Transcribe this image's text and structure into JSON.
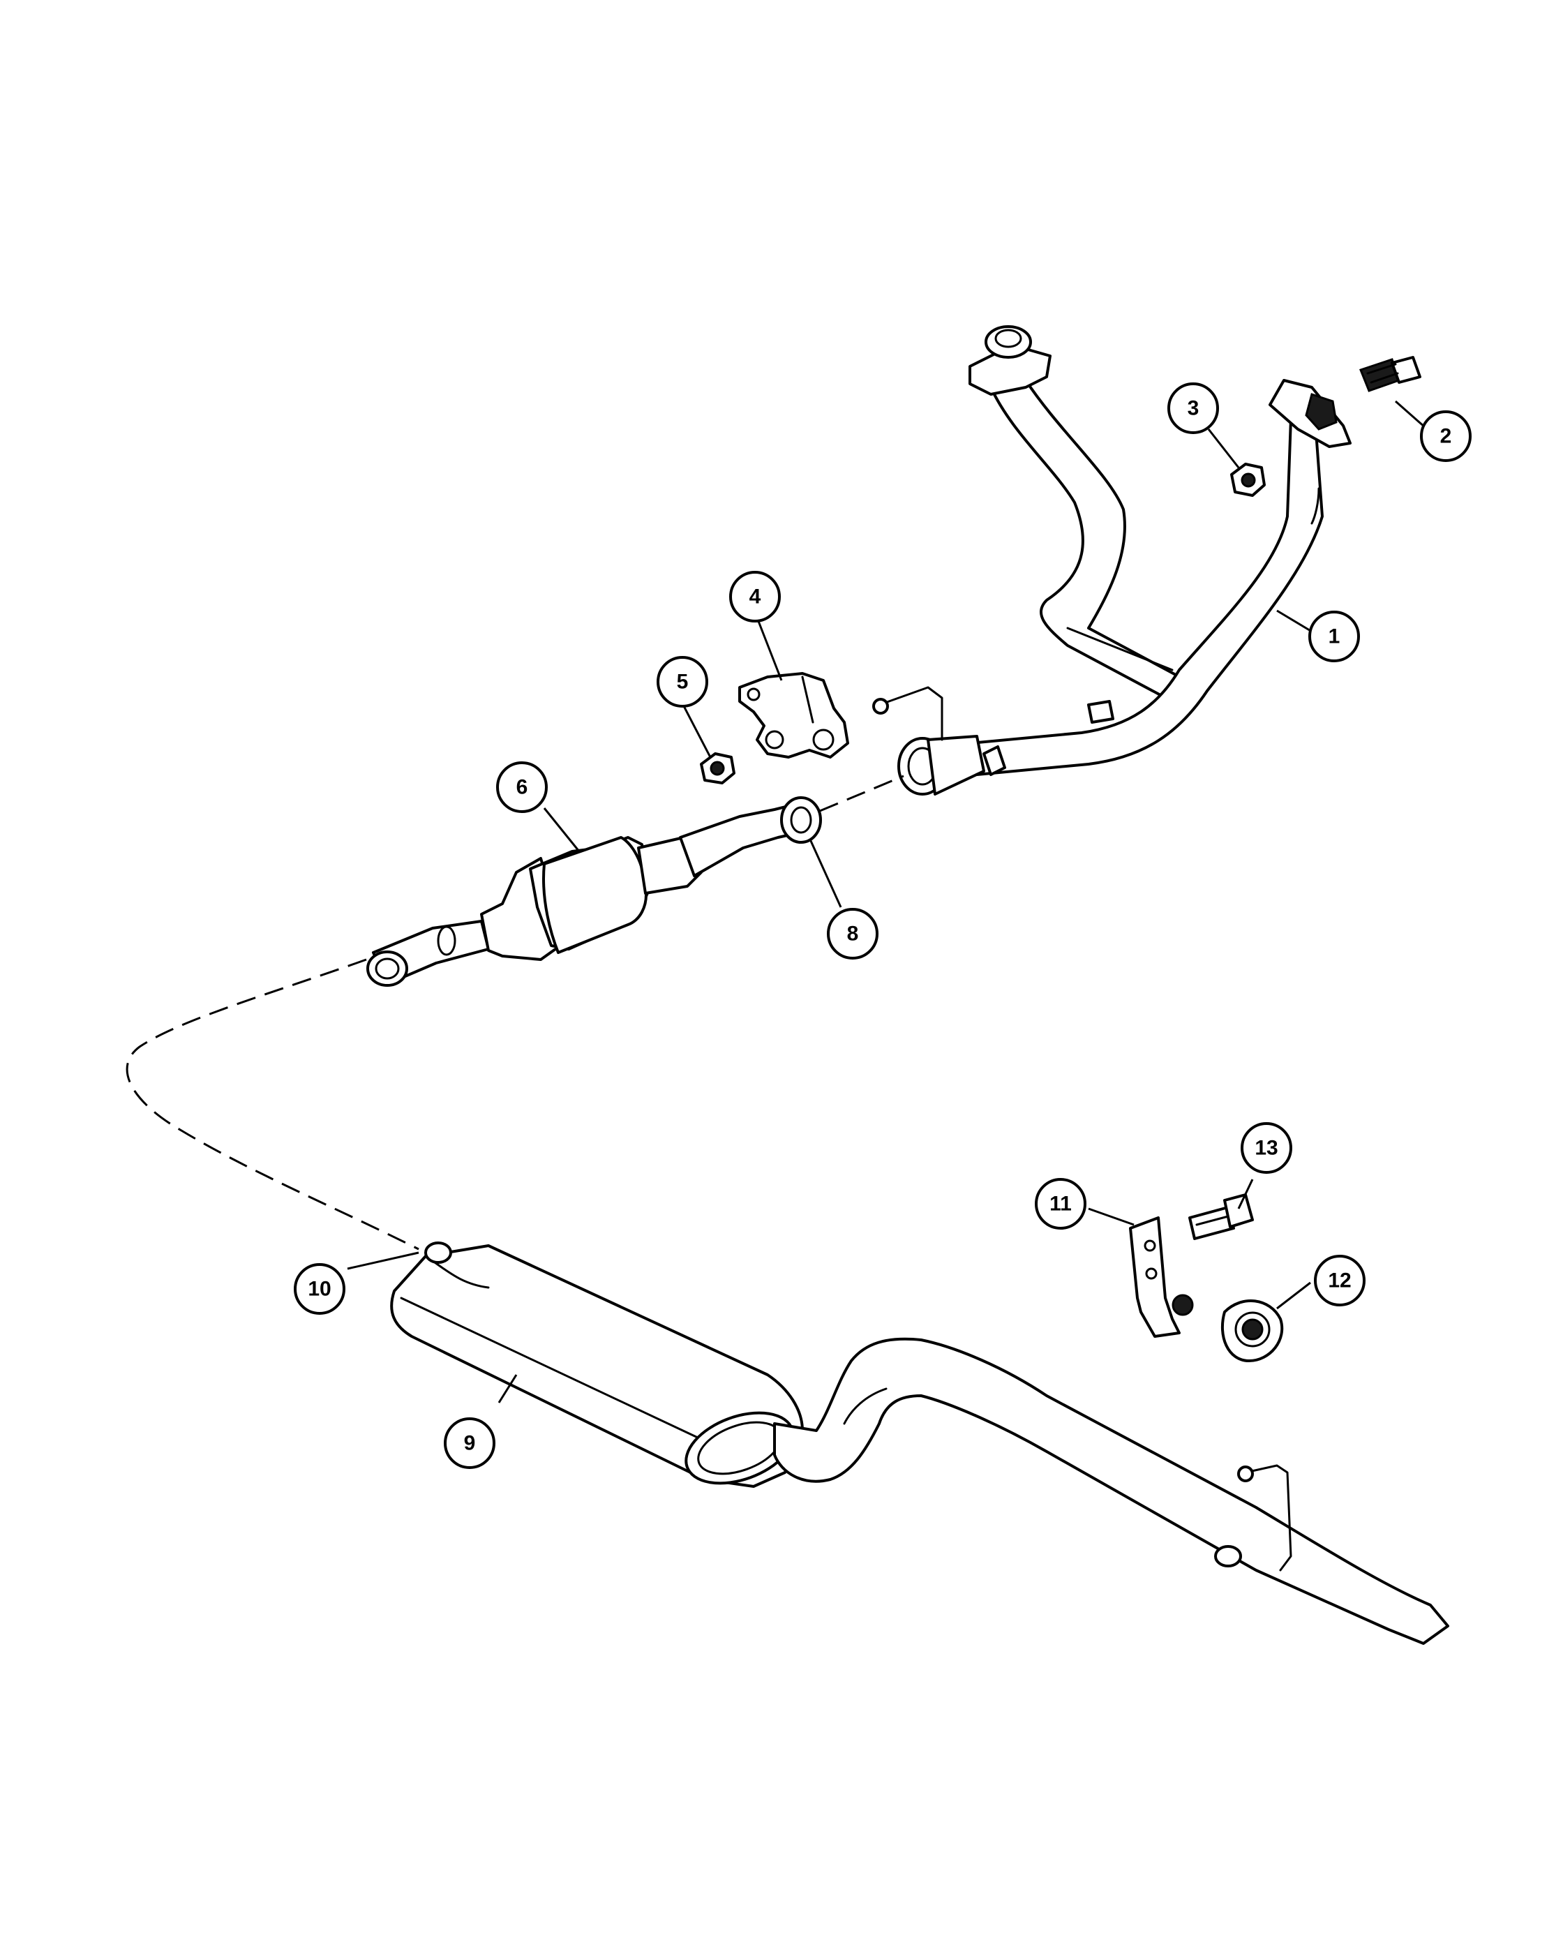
{
  "callouts": [
    {
      "id": "1",
      "label": "1"
    },
    {
      "id": "2",
      "label": "2"
    },
    {
      "id": "3",
      "label": "3"
    },
    {
      "id": "4",
      "label": "4"
    },
    {
      "id": "5",
      "label": "5"
    },
    {
      "id": "6",
      "label": "6"
    },
    {
      "id": "8",
      "label": "8"
    },
    {
      "id": "9",
      "label": "9"
    },
    {
      "id": "10",
      "label": "10"
    },
    {
      "id": "11",
      "label": "11"
    },
    {
      "id": "12",
      "label": "12"
    },
    {
      "id": "13",
      "label": "13"
    }
  ]
}
